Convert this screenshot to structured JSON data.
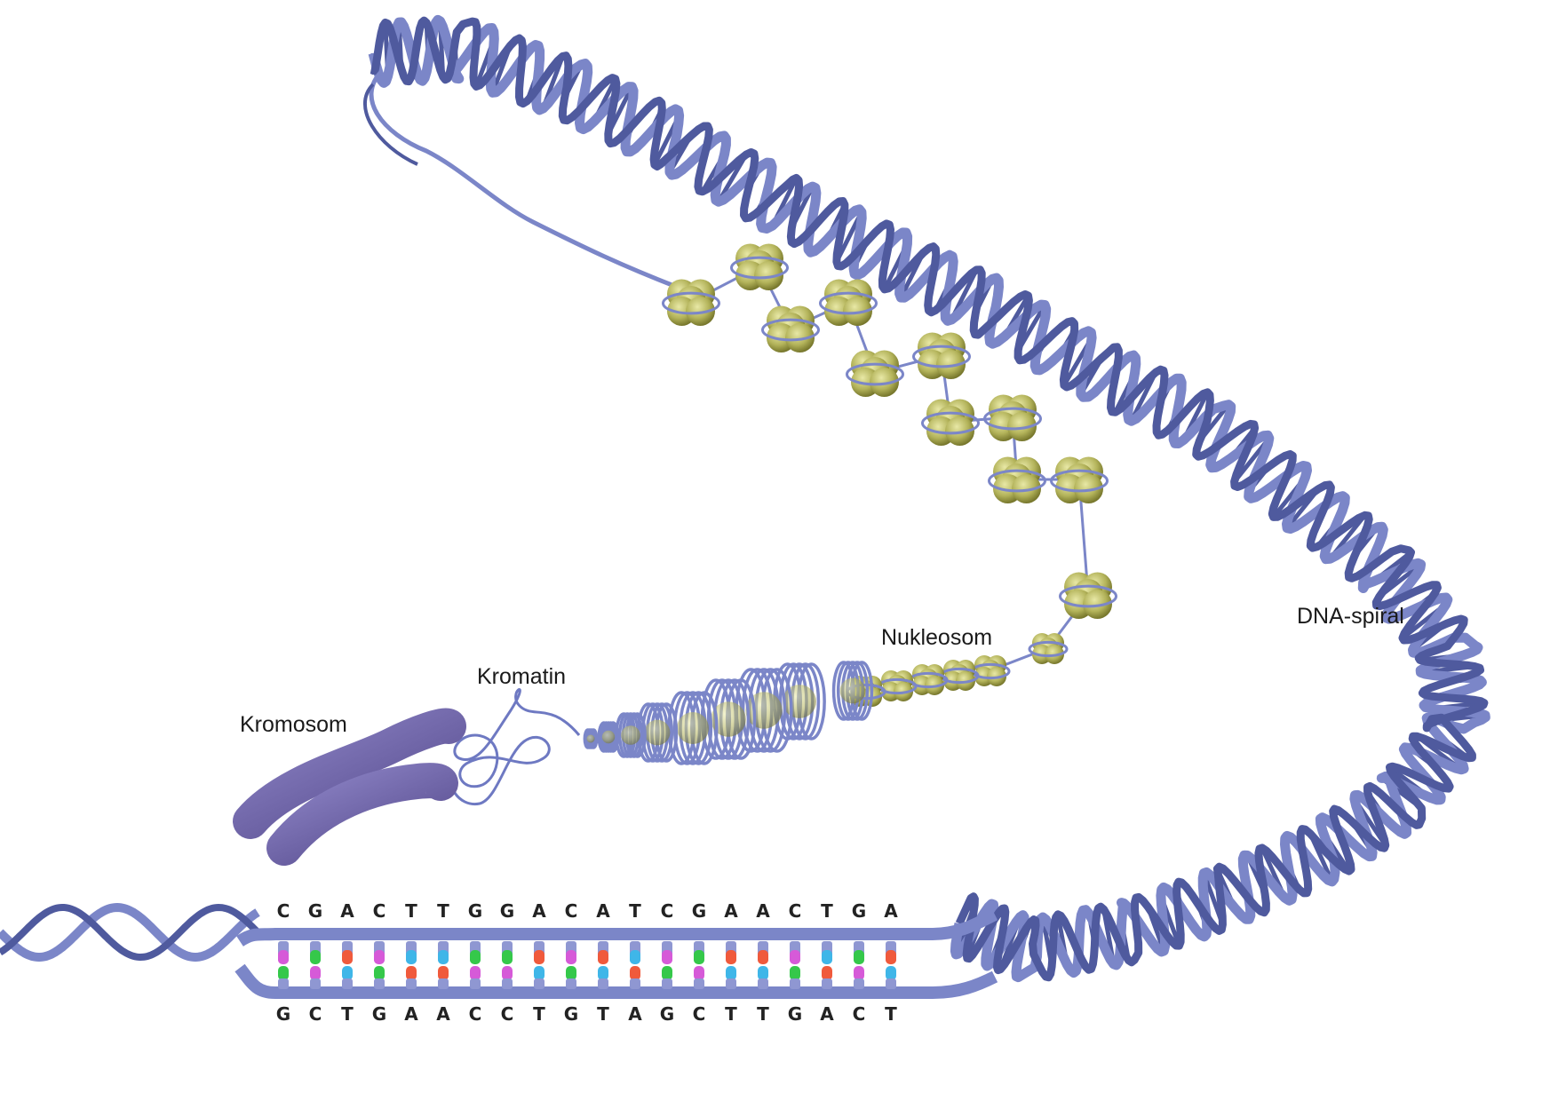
{
  "labels": {
    "chromosome": "Kromosom",
    "chromatin": "Kromatin",
    "nucleosome": "Nukleosom",
    "dna_spiral": "DNA-spiral"
  },
  "sequence": {
    "top": [
      "C",
      "G",
      "A",
      "C",
      "T",
      "T",
      "G",
      "G",
      "A",
      "C",
      "A",
      "T",
      "C",
      "G",
      "A",
      "A",
      "C",
      "T",
      "G",
      "A"
    ],
    "bottom": [
      "G",
      "C",
      "T",
      "G",
      "A",
      "A",
      "C",
      "C",
      "T",
      "G",
      "T",
      "A",
      "G",
      "C",
      "T",
      "T",
      "G",
      "A",
      "C",
      "T"
    ]
  },
  "colors": {
    "dna_backbone": "#7b86c8",
    "dna_backbone_dark": "#4f5a9e",
    "histone": "#b8b85a",
    "histone_dark": "#7e7e2c",
    "chromosome": "#6f64a8",
    "base_A": "#f05a3c",
    "base_T": "#3fb6e8",
    "base_G": "#35c84a",
    "base_C": "#d65ad8"
  }
}
